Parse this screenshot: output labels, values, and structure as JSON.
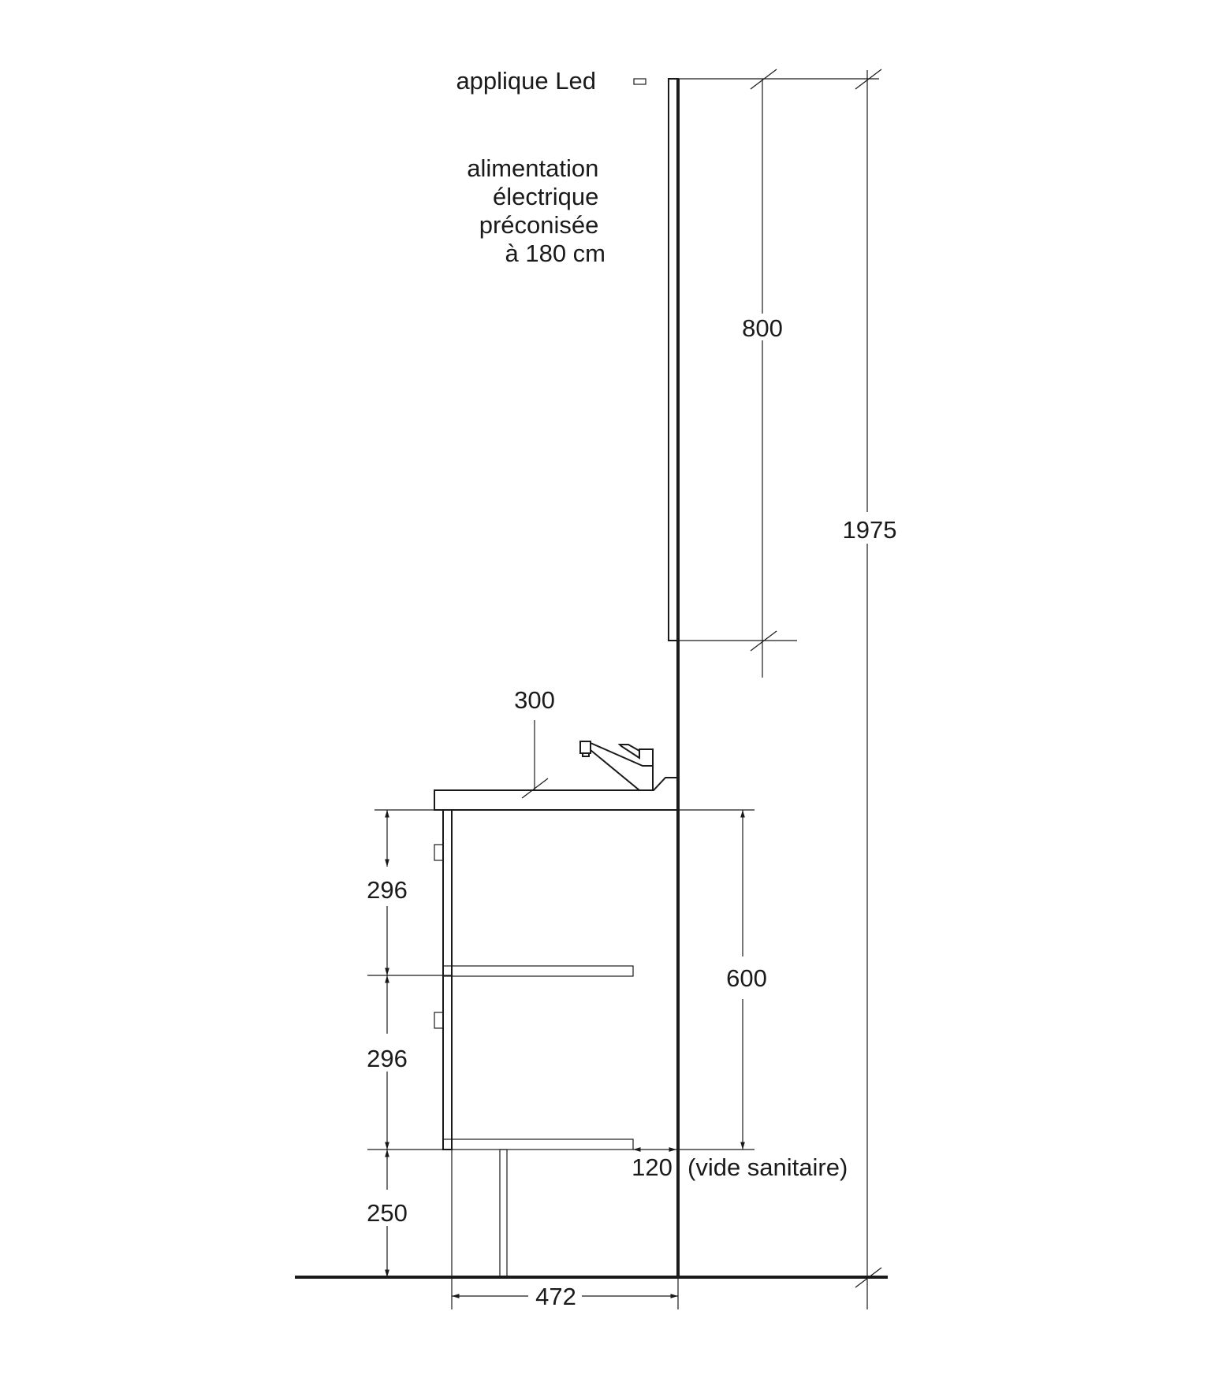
{
  "labels": {
    "led": "applique Led",
    "power_lines": [
      "alimentation",
      "électrique",
      "préconisée",
      "à 180 cm"
    ]
  },
  "dimensions": {
    "mirror_height": "800",
    "total_height": "1975",
    "basin_depth": "300",
    "drawer_top": "296",
    "drawer_bottom": "296",
    "leg_height": "250",
    "cabinet_height": "600",
    "gap": "120",
    "gap_note": "(vide sanitaire)",
    "total_depth": "472"
  },
  "colors": {
    "line": "#1a1a1a",
    "background": "#ffffff"
  }
}
